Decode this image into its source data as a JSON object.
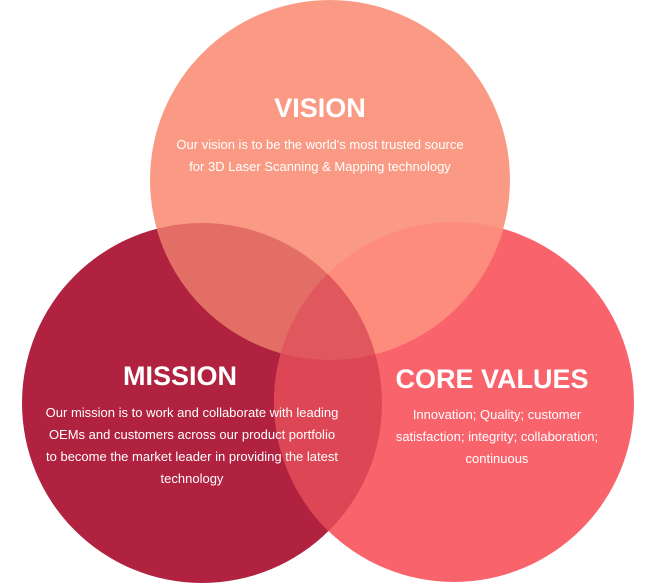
{
  "colors": {
    "vision": "#fb9a84",
    "mission": "#b0223f",
    "core_values": "#f9646c",
    "vision_mission_overlap": "#e26e66",
    "vision_values_overlap": "#fd8c7c",
    "mission_values_overlap": "#dc4655",
    "center_overlap": "#e0585e",
    "text": "#ffffff"
  },
  "vision": {
    "title": "VISION",
    "body": "Our vision is to be the world's most trusted source for 3D Laser Scanning & Mapping technology"
  },
  "mission": {
    "title": "MISSION",
    "body": "Our mission is to work and collaborate with leading OEMs and customers across our product portfolio to become the market leader in providing the latest technology"
  },
  "core_values": {
    "title": "CORE VALUES",
    "body": "Innovation; Quality; customer satisfaction; integrity; collaboration; continuous"
  }
}
